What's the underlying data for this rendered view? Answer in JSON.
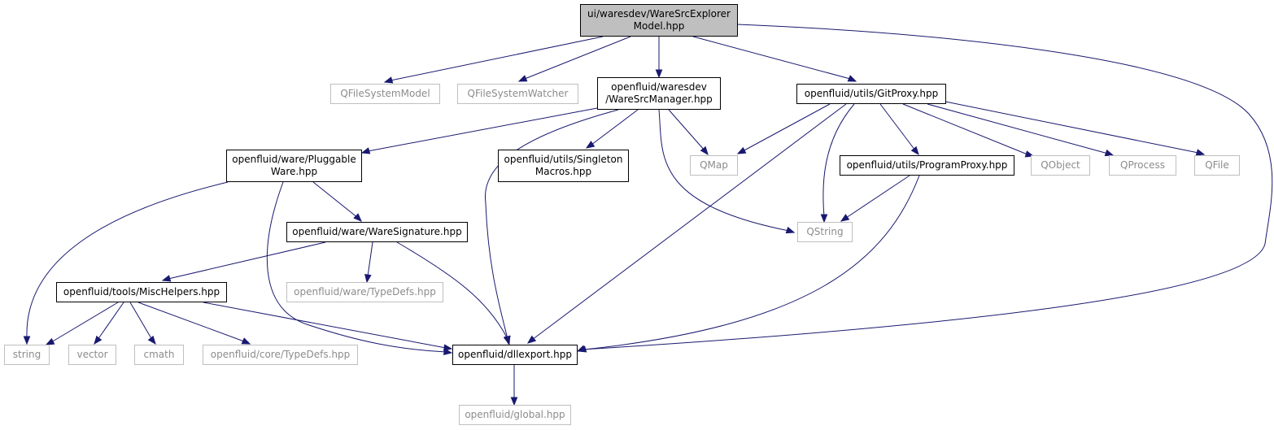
{
  "graph": {
    "colors": {
      "edge": "#191970",
      "root_fill": "#bfbfbf",
      "node_border": "#000000",
      "external_border": "#bfbfbf",
      "external_text": "#8c8c8c"
    },
    "nodes": {
      "root": [
        "ui/waresdev/WareSrcExplorer",
        "Model.hpp"
      ],
      "qfilesystemmodel": [
        "QFileSystemModel"
      ],
      "qfilesystemwatcher": [
        "QFileSystemWatcher"
      ],
      "waresrcmanager": [
        "openfluid/waresdev",
        "/WareSrcManager.hpp"
      ],
      "gitproxy": [
        "openfluid/utils/GitProxy.hpp"
      ],
      "pluggableware": [
        "openfluid/ware/Pluggable",
        "Ware.hpp"
      ],
      "singletonmacros": [
        "openfluid/utils/Singleton",
        "Macros.hpp"
      ],
      "qmap": [
        "QMap"
      ],
      "programproxy": [
        "openfluid/utils/ProgramProxy.hpp"
      ],
      "qobject": [
        "QObject"
      ],
      "qprocess": [
        "QProcess"
      ],
      "qfile": [
        "QFile"
      ],
      "waresignature": [
        "openfluid/ware/WareSignature.hpp"
      ],
      "qstring": [
        "QString"
      ],
      "waretypedefs": [
        "openfluid/ware/TypeDefs.hpp"
      ],
      "mischelpers": [
        "openfluid/tools/MiscHelpers.hpp"
      ],
      "string": [
        "string"
      ],
      "vector": [
        "vector"
      ],
      "cmath": [
        "cmath"
      ],
      "coretypedefs": [
        "openfluid/core/TypeDefs.hpp"
      ],
      "dllexport": [
        "openfluid/dllexport.hpp"
      ],
      "global": [
        "openfluid/global.hpp"
      ]
    }
  }
}
